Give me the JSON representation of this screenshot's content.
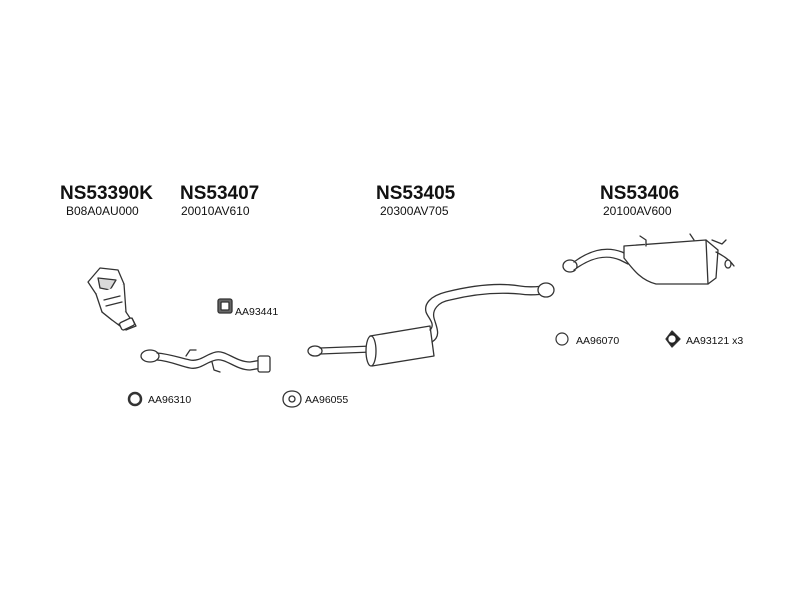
{
  "parts": [
    {
      "code": "NS53390K",
      "oem": "B08A0AU000"
    },
    {
      "code": "NS53407",
      "oem": "20010AV610"
    },
    {
      "code": "NS53405",
      "oem": "20300AV705"
    },
    {
      "code": "NS53406",
      "oem": "20100AV600"
    }
  ],
  "accessories": [
    {
      "code": "AA93441",
      "icon": "bracket-icon"
    },
    {
      "code": "AA96310",
      "icon": "ring-gasket-icon"
    },
    {
      "code": "AA96055",
      "icon": "flange-gasket-icon"
    },
    {
      "code": "AA96070",
      "icon": "ring-gasket-icon"
    },
    {
      "code": "AA93121",
      "qty": "x3",
      "icon": "rubber-hanger-icon"
    }
  ]
}
